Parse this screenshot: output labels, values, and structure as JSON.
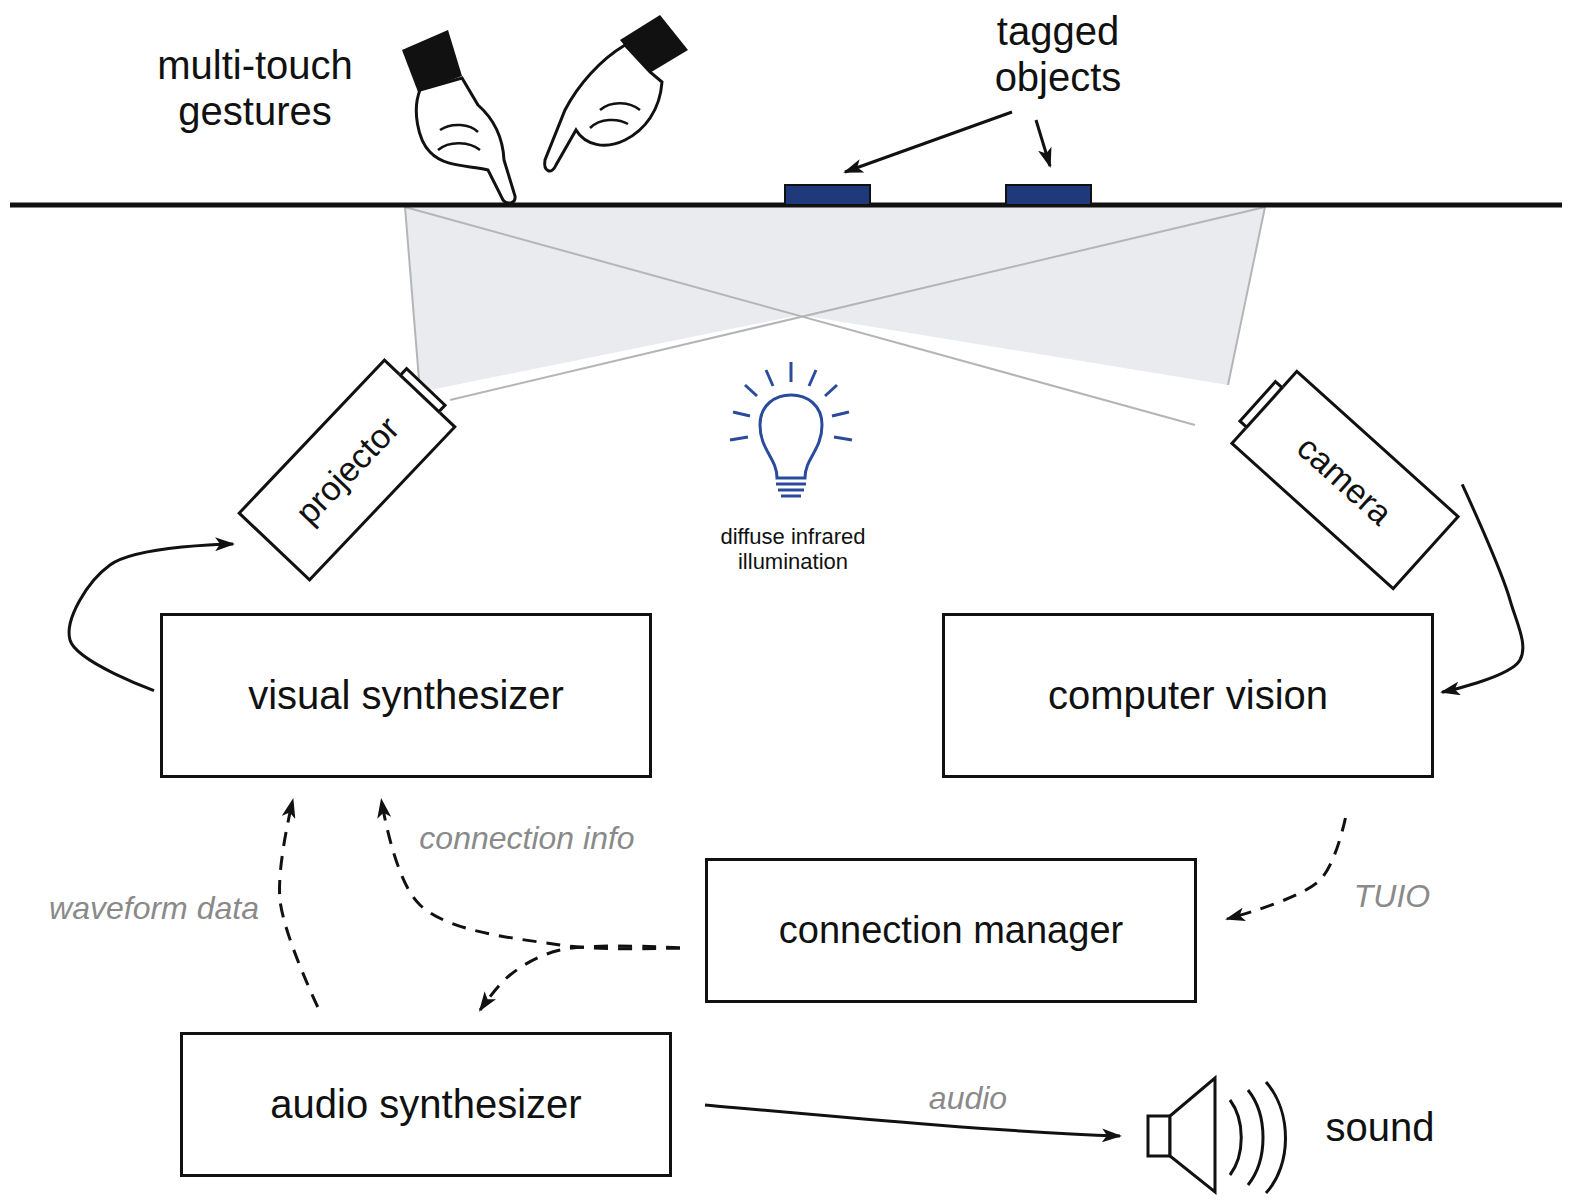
{
  "diagram": {
    "nodes": [
      {
        "text": [
          "projector"
        ]
      },
      {
        "text": [
          "camera"
        ]
      },
      {
        "text": [
          "visual synthesizer"
        ]
      },
      {
        "text": [
          "computer vision"
        ]
      },
      {
        "text": [
          "connection manager"
        ]
      },
      {
        "text": [
          "audio synthesizer"
        ]
      }
    ],
    "edges": [
      {
        "from": 2,
        "to": 0,
        "arrow": "to"
      },
      {
        "from": 1,
        "to": 3,
        "arrow": "to"
      },
      {
        "from": 3,
        "to": 4,
        "label": "TUIO",
        "arrow": "to"
      },
      {
        "from": 4,
        "to": 2,
        "label": "connection info",
        "arrow": "to"
      },
      {
        "from": 4,
        "to": 5,
        "arrow": "to"
      },
      {
        "from": 5,
        "to": 2,
        "label": "waveform data",
        "arrow": "to"
      }
    ],
    "labels": [
      "multi-touch gestures",
      "tagged objects",
      "diffuse infrared illumination",
      "audio",
      "sound"
    ]
  }
}
